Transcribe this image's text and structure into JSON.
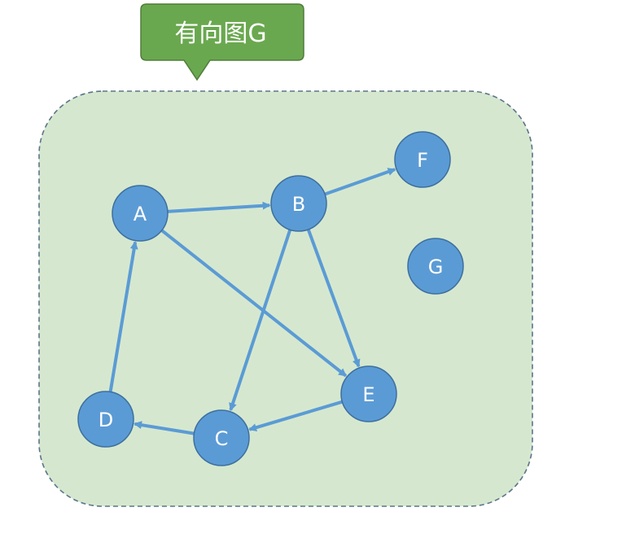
{
  "title": "有向图G",
  "colors": {
    "callout_fill": "#6aa84f",
    "callout_border": "#4e7d3a",
    "region_fill": "#d5e8cf",
    "region_border": "#5b7489",
    "node_fill": "#5b9bd5",
    "node_border": "#3d6f9f",
    "edge": "#5b9bd5",
    "label": "#ffffff"
  },
  "nodes": [
    {
      "id": "A",
      "label": "A"
    },
    {
      "id": "B",
      "label": "B"
    },
    {
      "id": "C",
      "label": "C"
    },
    {
      "id": "D",
      "label": "D"
    },
    {
      "id": "E",
      "label": "E"
    },
    {
      "id": "F",
      "label": "F"
    },
    {
      "id": "G",
      "label": "G"
    }
  ],
  "edges": [
    {
      "from": "A",
      "to": "B"
    },
    {
      "from": "B",
      "to": "F"
    },
    {
      "from": "A",
      "to": "E"
    },
    {
      "from": "B",
      "to": "C"
    },
    {
      "from": "B",
      "to": "E"
    },
    {
      "from": "D",
      "to": "A"
    },
    {
      "from": "C",
      "to": "D"
    },
    {
      "from": "E",
      "to": "C"
    }
  ]
}
